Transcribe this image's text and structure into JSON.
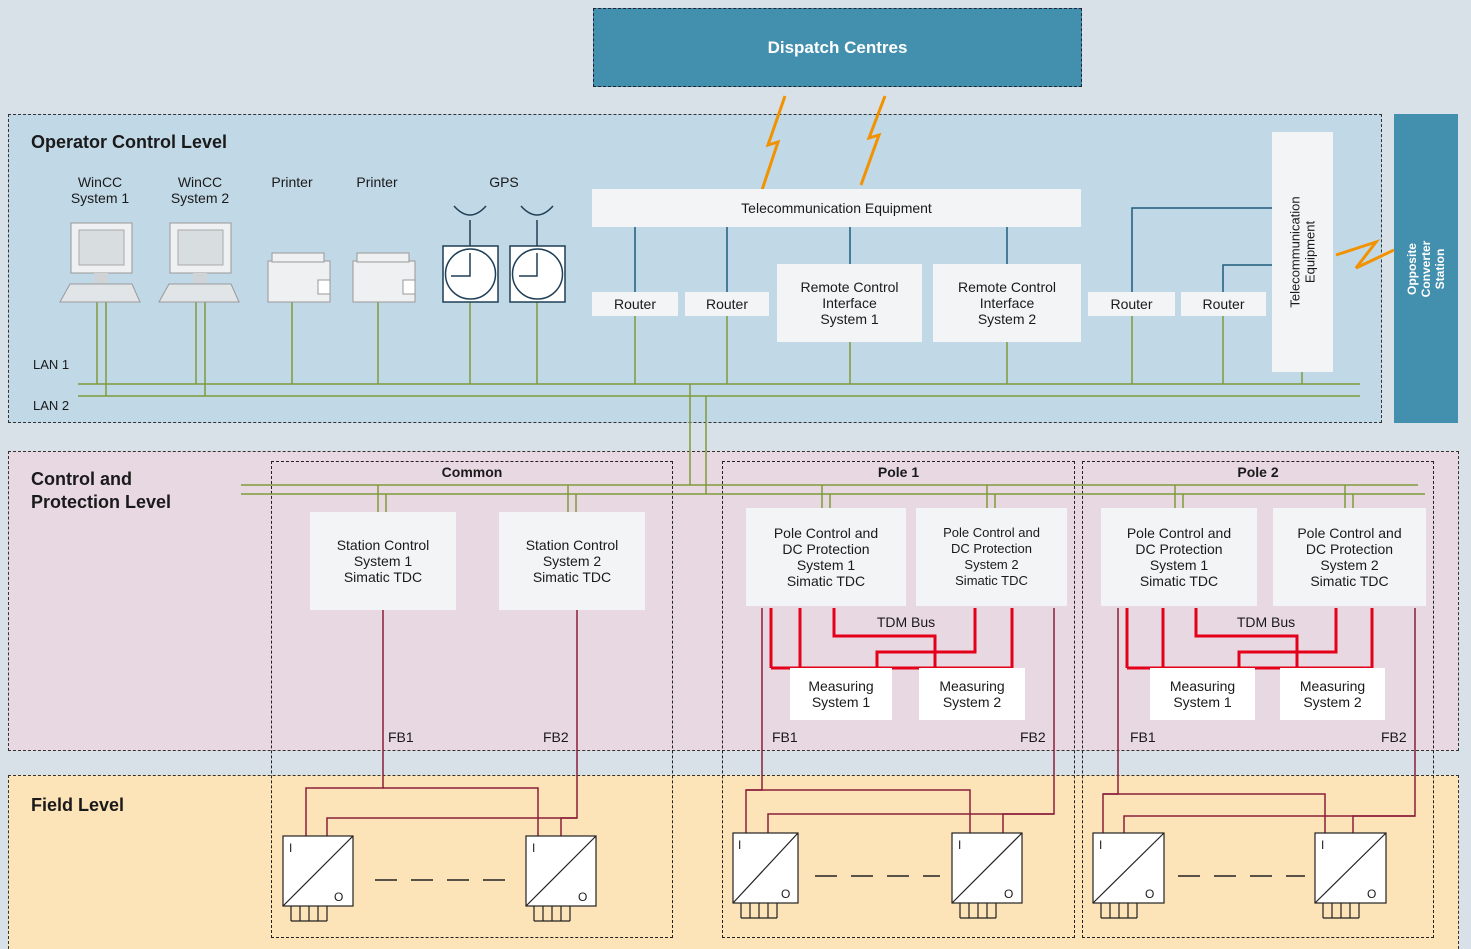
{
  "dispatch": "Dispatch Centres",
  "opposite_station": "Opposite Converter Station",
  "levels": {
    "operator": "Operator Control Level",
    "control": "Control and Protection Level",
    "field": "Field Level"
  },
  "operator": {
    "devices": [
      "WinCC\nSystem 1",
      "WinCC\nSystem 2",
      "Printer",
      "Printer",
      "GPS"
    ],
    "telecom_h": "Telecommunication Equipment",
    "telecom_v": "Telecommunication Equipment",
    "routers": [
      "Router",
      "Router",
      "Router",
      "Router"
    ],
    "rci": [
      "Remote Control\nInterface\nSystem 1",
      "Remote Control\nInterface\nSystem 2"
    ],
    "lan1": "LAN 1",
    "lan2": "LAN 2"
  },
  "groups": [
    "Common",
    "Pole 1",
    "Pole 2"
  ],
  "control": {
    "station": [
      "Station Control\nSystem 1\nSimatic TDC",
      "Station Control\nSystem 2\nSimatic TDC"
    ],
    "pole1": [
      "Pole Control and\nDC Protection\nSystem 1\nSimatic TDC",
      "Pole Control and\nDC Protection\nSystem 2\nSimatic TDC"
    ],
    "pole2": [
      "Pole Control and\nDC Protection\nSystem 1\nSimatic TDC",
      "Pole Control and\nDC Protection\nSystem 2\nSimatic TDC"
    ],
    "tdm": "TDM Bus",
    "measuring": [
      "Measuring\nSystem 1",
      "Measuring\nSystem 2"
    ],
    "fb1": "FB1",
    "fb2": "FB2"
  },
  "field": {
    "in": "I",
    "out": "O"
  },
  "colors": {
    "dispatch": "#428fae",
    "lan": "#7f9a3a",
    "tdm": "#e3001b",
    "fieldbus": "#8a1f3a",
    "signal": "#f39200",
    "telecom_line": "#1f5c7a"
  }
}
